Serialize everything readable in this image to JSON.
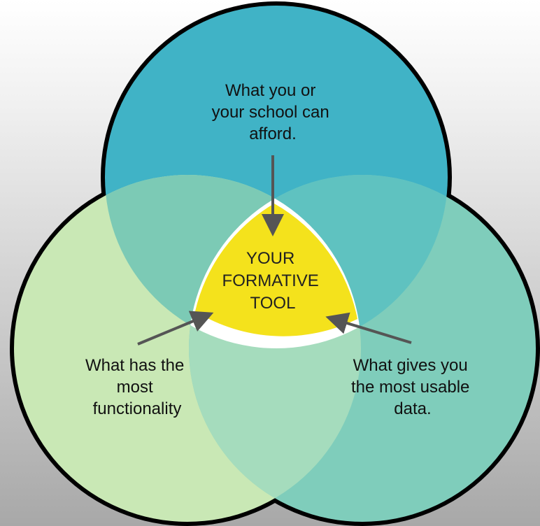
{
  "diagram": {
    "top_label": [
      "What you or",
      "your school can",
      "afford."
    ],
    "left_label": [
      "What has the",
      "most",
      "functionality"
    ],
    "right_label": [
      "What gives you",
      "the most usable",
      "data."
    ],
    "center_label": [
      "YOUR",
      "FORMATIVE",
      "TOOL"
    ]
  },
  "colors": {
    "top_circle": "#40b3c6",
    "left_circle": "#c9e8b5",
    "right_circle": "#7fcdbb",
    "center": "#f4e21c",
    "outline": "#000000",
    "arrow": "#555555"
  }
}
